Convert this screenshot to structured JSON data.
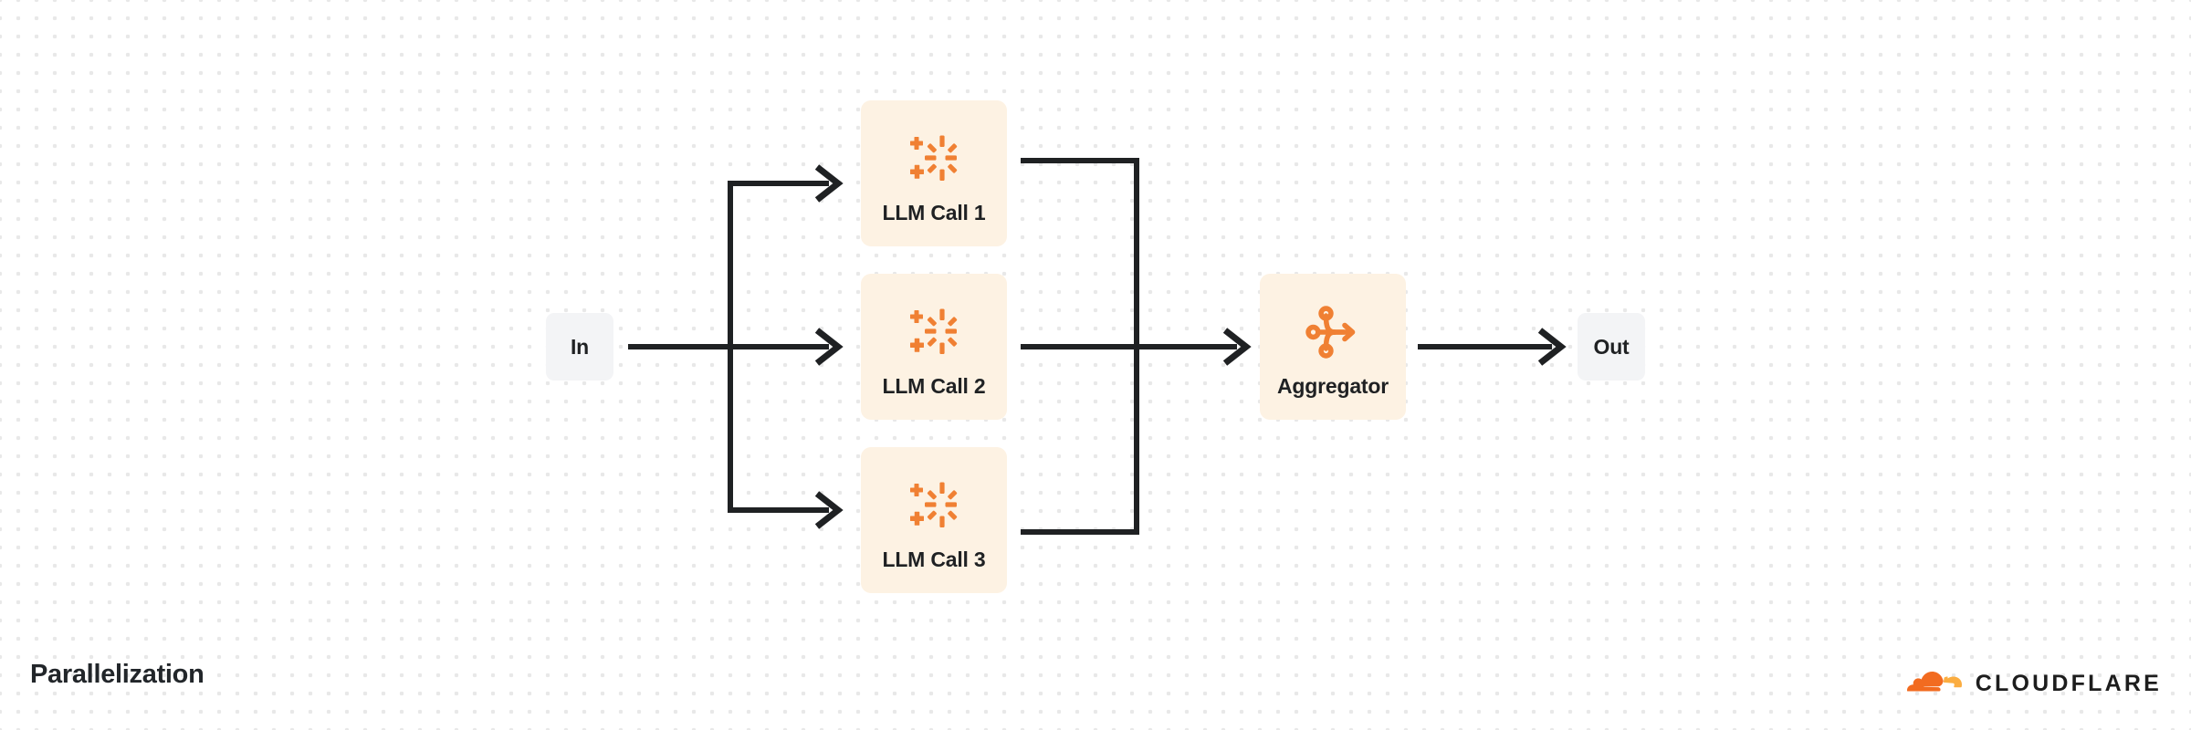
{
  "diagram": {
    "title": "Parallelization",
    "type": "flow-diagram",
    "colors": {
      "background": "#ffffff",
      "dot_grid": "#e8e8e8",
      "terminal_node_fill": "#f3f4f6",
      "process_node_fill": "#fdf2e3",
      "icon_accent": "#f08033",
      "edge_stroke": "#1f2123",
      "label_text": "#1f2123",
      "brand_orange": "#f26b20",
      "brand_orange_light": "#fbad41"
    }
  },
  "nodes": {
    "input": {
      "label": "In",
      "kind": "terminal"
    },
    "llm_call_1": {
      "label": "LLM Call 1",
      "kind": "process",
      "icon": "ai-sparkle-icon"
    },
    "llm_call_2": {
      "label": "LLM Call 2",
      "kind": "process",
      "icon": "ai-sparkle-icon"
    },
    "llm_call_3": {
      "label": "LLM Call 3",
      "kind": "process",
      "icon": "ai-sparkle-icon"
    },
    "aggregator": {
      "label": "Aggregator",
      "kind": "process",
      "icon": "merge-arrow-icon"
    },
    "output": {
      "label": "Out",
      "kind": "terminal"
    }
  },
  "edges": [
    {
      "name": "in-to-fanout",
      "from": "input",
      "to": "fan-out-bus"
    },
    {
      "name": "fanout-to-llm-call-1",
      "from": "fan-out-bus",
      "to": "llm_call_1"
    },
    {
      "name": "fanout-to-llm-call-2",
      "from": "fan-out-bus",
      "to": "llm_call_2"
    },
    {
      "name": "fanout-to-llm-call-3",
      "from": "fan-out-bus",
      "to": "llm_call_3"
    },
    {
      "name": "llm-call-1-to-fanin",
      "from": "llm_call_1",
      "to": "fan-in-bus"
    },
    {
      "name": "llm-call-2-to-fanin",
      "from": "llm_call_2",
      "to": "fan-in-bus"
    },
    {
      "name": "llm-call-3-to-fanin",
      "from": "llm_call_3",
      "to": "fan-in-bus"
    },
    {
      "name": "fanin-to-aggregator",
      "from": "fan-in-bus",
      "to": "aggregator"
    },
    {
      "name": "aggregator-to-out",
      "from": "aggregator",
      "to": "output"
    }
  ],
  "brand": {
    "name": "CLOUDFLARE",
    "mark": "cloudflare-cloud-icon"
  }
}
